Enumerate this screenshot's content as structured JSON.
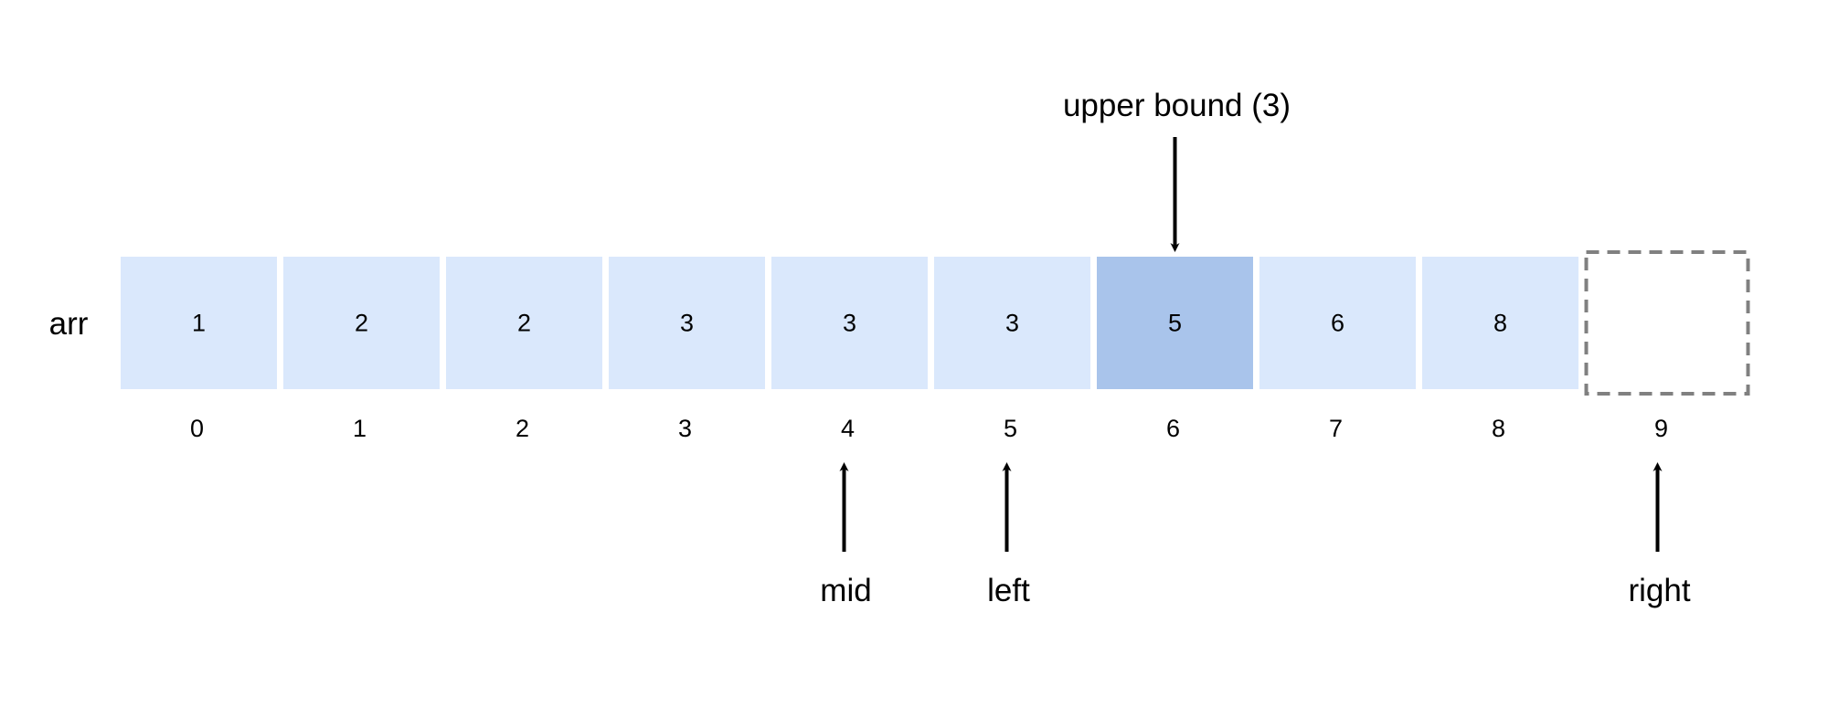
{
  "array": {
    "name": "arr",
    "values": [
      "1",
      "2",
      "2",
      "3",
      "3",
      "3",
      "5",
      "6",
      "8"
    ],
    "indices": [
      "0",
      "1",
      "2",
      "3",
      "4",
      "5",
      "6",
      "7",
      "8",
      "9"
    ],
    "highlight_index": 6,
    "empty_slot_index": 9
  },
  "pointers": {
    "top": [
      {
        "label": "upper bound (3)",
        "index": 6
      }
    ],
    "bottom": [
      {
        "label": "mid",
        "index": 4
      },
      {
        "label": "left",
        "index": 5
      },
      {
        "label": "right",
        "index": 9
      }
    ]
  },
  "colors": {
    "cell_fill": "#dae8fc",
    "highlight_fill": "#a9c4eb",
    "empty_border": "#808080",
    "arrow": "#000000",
    "text": "#000000"
  }
}
